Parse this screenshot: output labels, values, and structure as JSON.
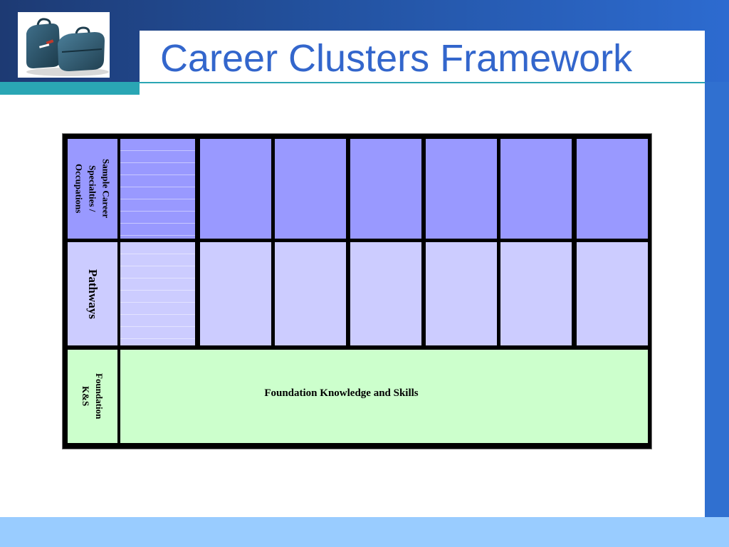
{
  "slide": {
    "title": "Career Clusters Framework"
  },
  "logo": {
    "icon": "luggage-icon"
  },
  "framework": {
    "rows": {
      "occupations_label": "Sample Career\nSpecialties /\nOccupations",
      "pathways_label": "Pathways",
      "foundation_label": "Foundation\nK&S",
      "foundation_text": "Foundation Knowledge and Skills"
    },
    "column_count": 7,
    "colors": {
      "occupations_fill": "#9999ff",
      "pathways_fill": "#ccccff",
      "foundation_fill": "#ccffcc",
      "grid_line": "#000000"
    }
  },
  "theme": {
    "title_color": "#3366cc",
    "header_dark": "#1d3a73",
    "accent_teal": "#2aa6b4",
    "accent_blue": "#3070d0",
    "footer_light": "#99ccff"
  }
}
